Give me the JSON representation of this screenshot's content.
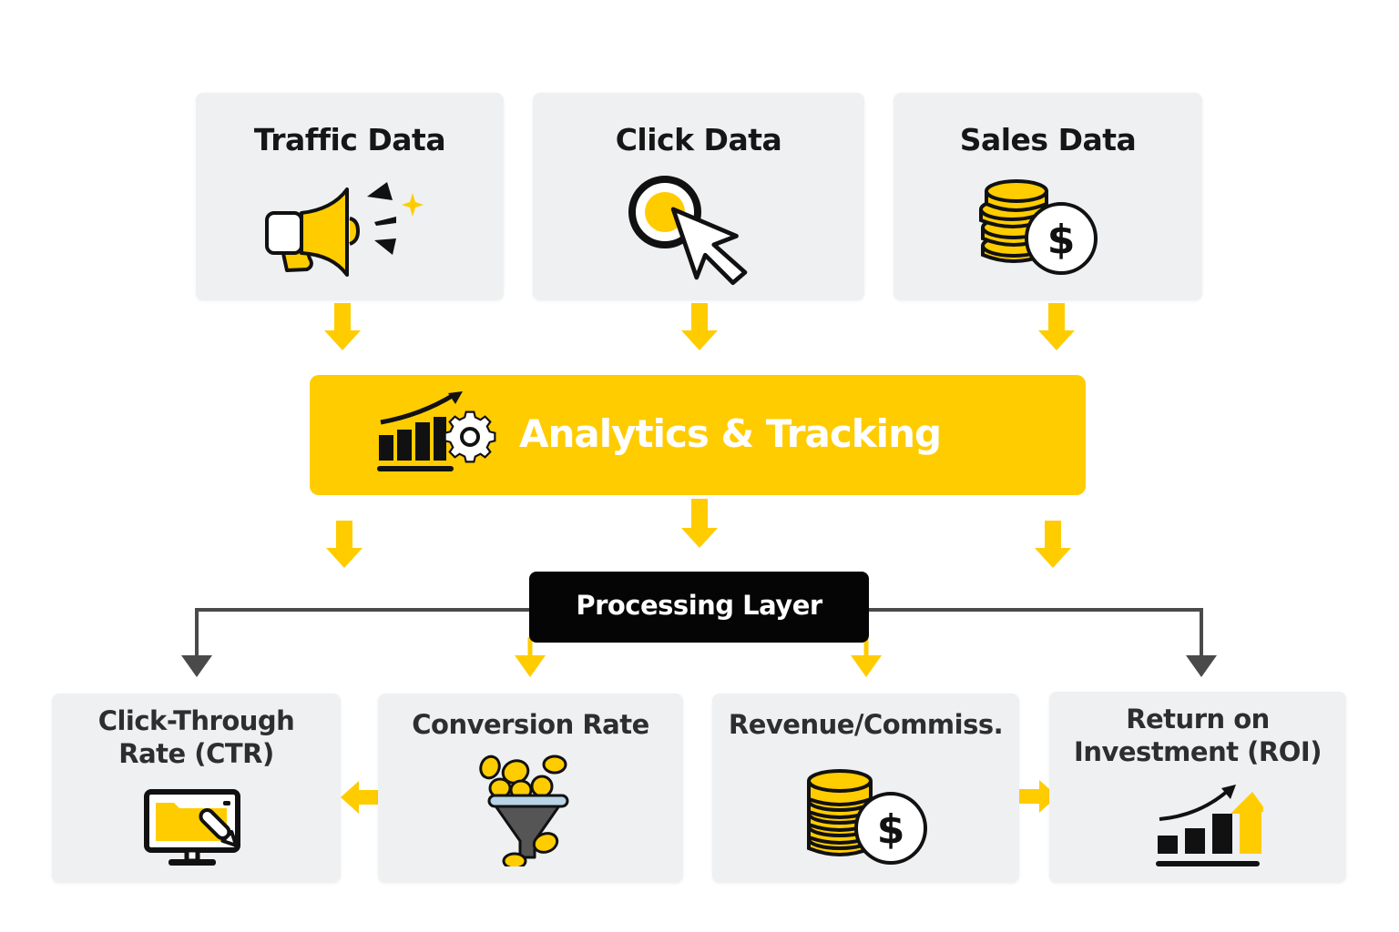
{
  "colors": {
    "accent": "#FFCC00",
    "card_bg": "#EEF0F2",
    "dark": "#050505",
    "connector_gray": "#4A4A4A"
  },
  "sources": [
    {
      "title": "Traffic Data",
      "icon": "megaphone-icon"
    },
    {
      "title": "Click Data",
      "icon": "cursor-click-icon"
    },
    {
      "title": "Sales Data",
      "icon": "coins-dollar-icon"
    }
  ],
  "analytics": {
    "title": "Analytics & Tracking",
    "icon": "chart-gear-icon"
  },
  "processing": {
    "title": "Processing Layer"
  },
  "metrics": [
    {
      "title_lines": [
        "Click-Through",
        "Rate (CTR)"
      ],
      "icon": "monitor-pen-icon"
    },
    {
      "title_lines": [
        "Conversion Rate"
      ],
      "icon": "coin-funnel-icon"
    },
    {
      "title_lines": [
        "Revenue/Commiss."
      ],
      "icon": "coins-dollar-icon"
    },
    {
      "title_lines": [
        "Return on",
        "Investment (ROI)"
      ],
      "icon": "growth-chart-icon"
    }
  ]
}
